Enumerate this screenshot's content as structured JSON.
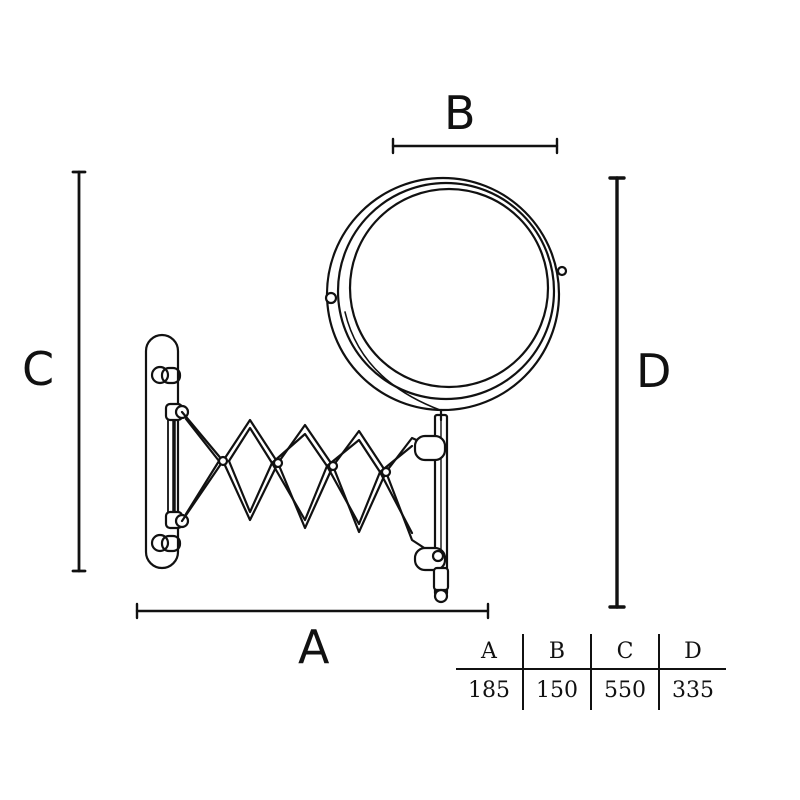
{
  "dimension_labels": {
    "a": "A",
    "b": "B",
    "c": "C",
    "d": "D"
  },
  "table": {
    "headers": [
      "A",
      "B",
      "C",
      "D"
    ],
    "values": [
      "185",
      "150",
      "550",
      "335"
    ]
  },
  "colors": {
    "line": "#111111",
    "background": "#ffffff"
  }
}
